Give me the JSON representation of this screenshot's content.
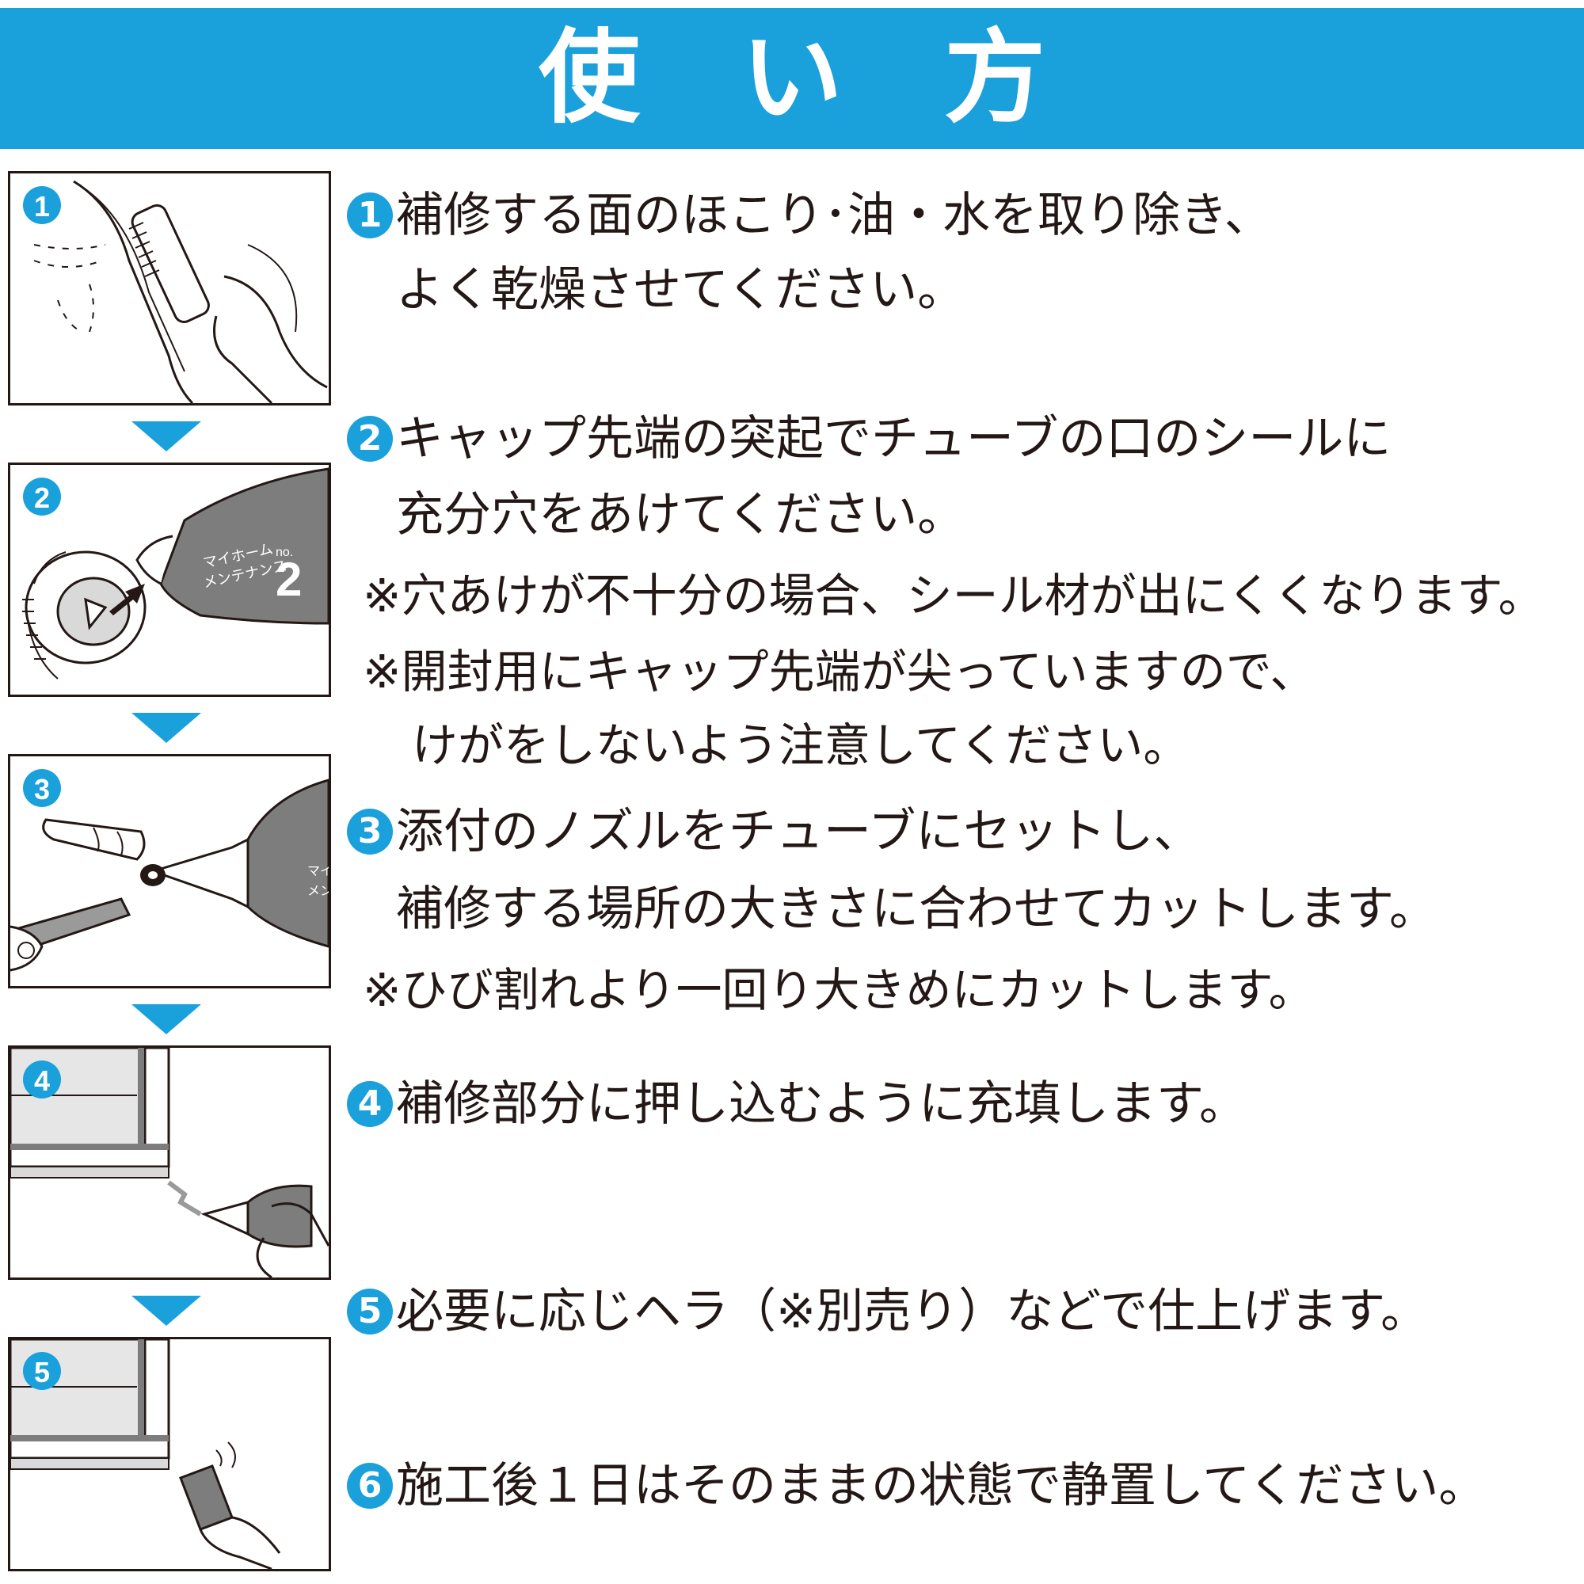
{
  "header": {
    "title": "使　い　方"
  },
  "colors": {
    "accent": "#1aa0db",
    "text": "#231815"
  },
  "panels": [
    {
      "number": "1",
      "illustration": "brush-cleaning-icon"
    },
    {
      "number": "2",
      "illustration": "tube-cap-icon",
      "tube_text": [
        "no.",
        "マイホーム",
        "メンテナンス",
        "2"
      ]
    },
    {
      "number": "3",
      "illustration": "nozzle-cut-icon",
      "tube_text": [
        "マイ",
        "メン"
      ]
    },
    {
      "number": "4",
      "illustration": "fill-crack-icon"
    },
    {
      "number": "5",
      "illustration": "spatula-finish-icon"
    }
  ],
  "steps": [
    {
      "number": "1",
      "lines": [
        "補修する面のほこり･油・水を取り除き、",
        "よく乾燥させてください。"
      ]
    },
    {
      "number": "2",
      "lines": [
        "キャップ先端の突起でチューブの口のシールに",
        "充分穴をあけてください。"
      ],
      "notes": [
        "※穴あけが不十分の場合、シール材が出にくくなります。",
        "※開封用にキャップ先端が尖っていますので、",
        "けがをしないよう注意してください。"
      ]
    },
    {
      "number": "3",
      "lines": [
        "添付のノズルをチューブにセットし、",
        "補修する場所の大きさに合わせてカットします。"
      ],
      "notes": [
        "※ひび割れより一回り大きめにカットします。"
      ]
    },
    {
      "number": "4",
      "lines": [
        "補修部分に押し込むように充填します。"
      ]
    },
    {
      "number": "5",
      "lines": [
        "必要に応じヘラ（※別売り）などで仕上げます。"
      ]
    },
    {
      "number": "6",
      "lines": [
        "施工後１日はそのままの状態で静置してください。"
      ]
    }
  ]
}
